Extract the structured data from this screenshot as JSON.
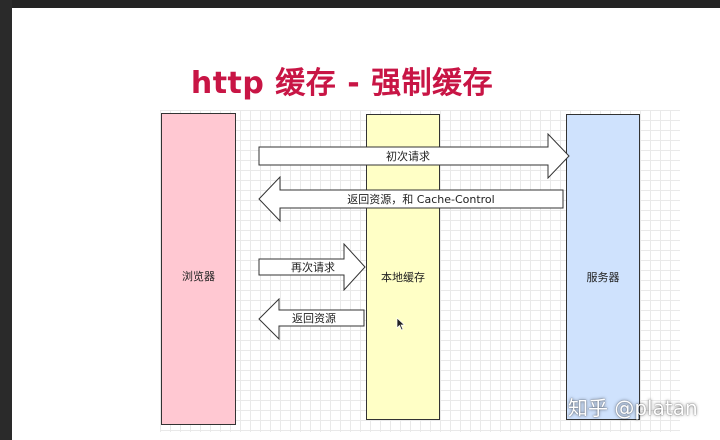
{
  "slide": {
    "title": "http 缓存 - 强制缓存"
  },
  "columns": {
    "browser": "浏览器",
    "cache": "本地缓存",
    "server": "服务器"
  },
  "arrows": {
    "first_request": "初次请求",
    "return_with_cache_control": "返回资源，和 Cache-Control",
    "second_request": "再次请求",
    "return_resource": "返回资源"
  },
  "colors": {
    "title": "#c81545",
    "browser": "#ffc8d2",
    "cache": "#ffffc6",
    "server": "#cfe2fd"
  },
  "watermark": "知乎 @platan"
}
